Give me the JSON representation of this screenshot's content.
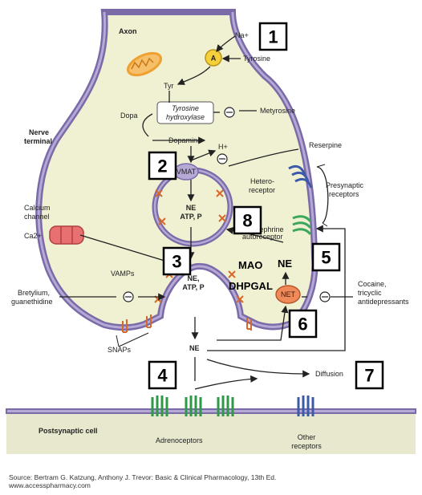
{
  "labels": {
    "axon": "Axon",
    "nerve_terminal": "Nerve\nterminal",
    "na": "Na+",
    "a_transporter": "A",
    "tyrosine": "Tyrosine",
    "tyr": "Tyr",
    "dopa": "Dopa",
    "tyrosine_hydroxylase": "Tyrosine\nhydroxylase",
    "metyrosine": "Metyrosine",
    "dopamine": "Dopamine",
    "h_plus": "H+",
    "reserpine": "Reserpine",
    "vmat": "VMAT",
    "ne_atp_p_top": "NE\nATP, P",
    "heteroreceptor": "Hetero-\nreceptor",
    "presynaptic_receptors": "Presynaptic\nreceptors",
    "calcium_channel": "Calcium\nchannel",
    "ca": "Ca2+",
    "norepinephrine_autoreceptor": "Norepinephrine\nautoreceptor",
    "vamps": "VAMPs",
    "ne_atp_p_bottom": "NE,\nATP, P",
    "mao": "MAO",
    "dhpgal": "DHPGAL",
    "ne_right": "NE",
    "net": "NET",
    "bretylium": "Bretylium,\nguanethidine",
    "cocaine": "Cocaine,\ntricyclic\nantidepressants",
    "snaps": "SNAPs",
    "ne_cleft": "NE",
    "diffusion": "Diffusion",
    "postsynaptic_cell": "Postsynaptic cell",
    "adrenoceptors": "Adrenoceptors",
    "other_receptors": "Other\nreceptors"
  },
  "numbers": [
    "1",
    "2",
    "3",
    "4",
    "5",
    "6",
    "7",
    "8"
  ],
  "source": {
    "line1": "Source: Bertram G. Katzung, Anthony J. Trevor: Basic & Clinical Pharmacology, 13th Ed.",
    "line2": "www.accesspharmacy.com"
  },
  "colors": {
    "membrane_outer": "#7a6aa8",
    "membrane_inner": "#b7a9d6",
    "cytoplasm": "#f0f0d2",
    "postsynaptic_fill": "#e8e8cf",
    "mitochondrion": "#f0a030",
    "transporter_a": "#f5d03a",
    "net_transporter": "#f08a5a",
    "calcium_channel": "#e87070",
    "heteroreceptor": "#3d5aa8",
    "autoreceptor": "#3aa85a",
    "adrenoceptor": "#2e9a48",
    "other_receptor": "#3d5aa8",
    "snare": "#d8682a"
  }
}
